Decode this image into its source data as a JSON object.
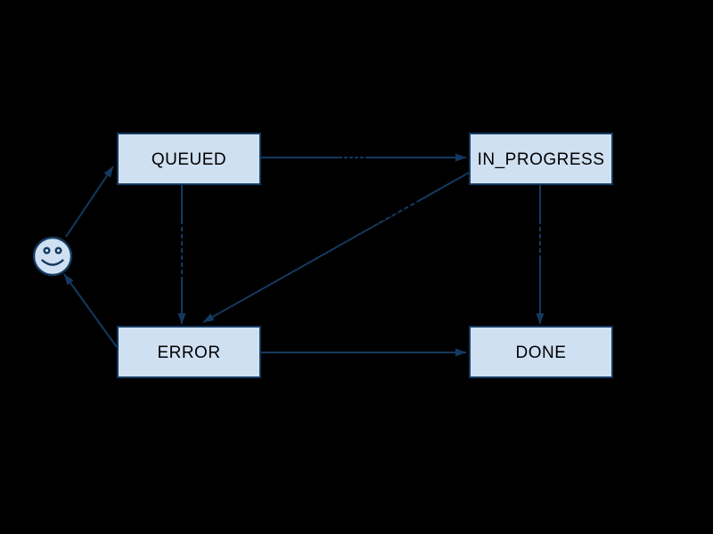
{
  "diagram": {
    "type": "state-diagram",
    "background_color": "#000000",
    "node_fill_color": "#cfe0f2",
    "node_border_color": "#14395f",
    "edge_color": "#14395f",
    "node_text_color": "#000000",
    "nodes": [
      {
        "id": "queued",
        "label": "QUEUED"
      },
      {
        "id": "in_progress",
        "label": "IN_PROGRESS"
      },
      {
        "id": "error",
        "label": "ERROR"
      },
      {
        "id": "done",
        "label": "DONE"
      },
      {
        "id": "start_actor",
        "label": "",
        "icon": "smiley-face"
      }
    ],
    "edges": [
      {
        "from": "queued",
        "to": "in_progress"
      },
      {
        "from": "queued",
        "to": "error"
      },
      {
        "from": "in_progress",
        "to": "error"
      },
      {
        "from": "in_progress",
        "to": "done"
      },
      {
        "from": "error",
        "to": "done"
      },
      {
        "from": "error",
        "to": "start_actor"
      },
      {
        "from": "start_actor",
        "to": "queued"
      }
    ]
  }
}
